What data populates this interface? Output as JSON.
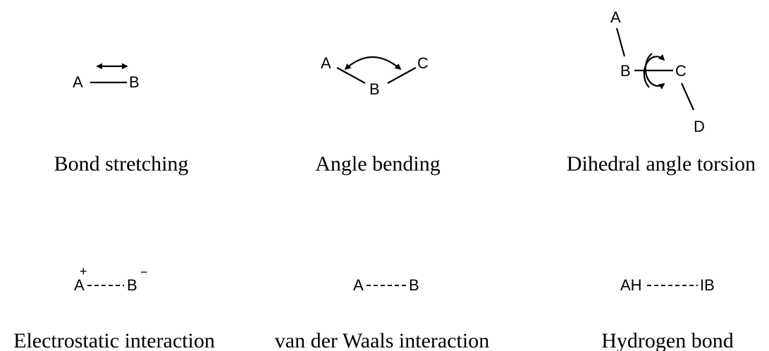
{
  "panels": {
    "bond_stretching": {
      "caption": "Bond stretching",
      "atom_a": "A",
      "atom_b": "B"
    },
    "angle_bending": {
      "caption": "Angle bending",
      "atom_a": "A",
      "atom_b": "B",
      "atom_c": "C"
    },
    "dihedral_torsion": {
      "caption": "Dihedral angle torsion",
      "atom_a": "A",
      "atom_b": "B",
      "atom_c": "C",
      "atom_d": "D"
    },
    "electrostatic": {
      "caption": "Electrostatic interaction",
      "atom_a": "A",
      "atom_b": "B",
      "charge_a": "+",
      "charge_b": "−"
    },
    "van_der_waals": {
      "caption": "van der Waals interaction",
      "atom_a": "A",
      "atom_b": "B"
    },
    "hydrogen_bond": {
      "caption": "Hydrogen bond",
      "donor": "AH",
      "acceptor": "IB"
    }
  }
}
